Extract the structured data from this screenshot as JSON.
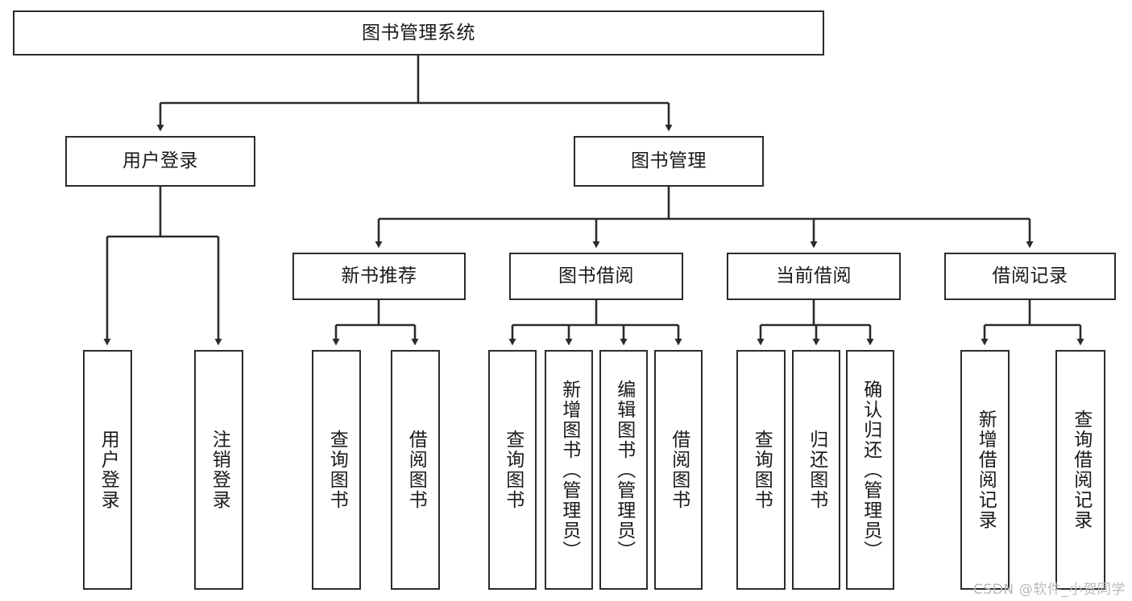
{
  "diagram": {
    "title": "图书管理系统",
    "watermark": "CSDN @软件_小贺同学",
    "colors": {
      "box_border": "#2b2b2b",
      "box_fill": "#ffffff",
      "connector": "#2b2b2b",
      "text": "#1a1a1a",
      "watermark": "#b9b9b9"
    },
    "root": {
      "label": "图书管理系统"
    },
    "level2": [
      {
        "label": "用户登录"
      },
      {
        "label": "图书管理"
      }
    ],
    "level3": [
      {
        "label": "新书推荐"
      },
      {
        "label": "图书借阅"
      },
      {
        "label": "当前借阅"
      },
      {
        "label": "借阅记录"
      }
    ],
    "leaves": {
      "user_login": [
        {
          "label": "用户登录"
        },
        {
          "label": "注销登录"
        }
      ],
      "new_book_recommend": [
        {
          "label": "查询图书"
        },
        {
          "label": "借阅图书"
        }
      ],
      "book_borrow": [
        {
          "label": "查询图书"
        },
        {
          "label": "新增图书（管理员）"
        },
        {
          "label": "编辑图书（管理员）"
        },
        {
          "label": "借阅图书"
        }
      ],
      "current_borrow": [
        {
          "label": "查询图书"
        },
        {
          "label": "归还图书"
        },
        {
          "label": "确认归还（管理员）"
        }
      ],
      "borrow_record": [
        {
          "label": "新增借阅记录"
        },
        {
          "label": "查询借阅记录"
        }
      ]
    }
  }
}
